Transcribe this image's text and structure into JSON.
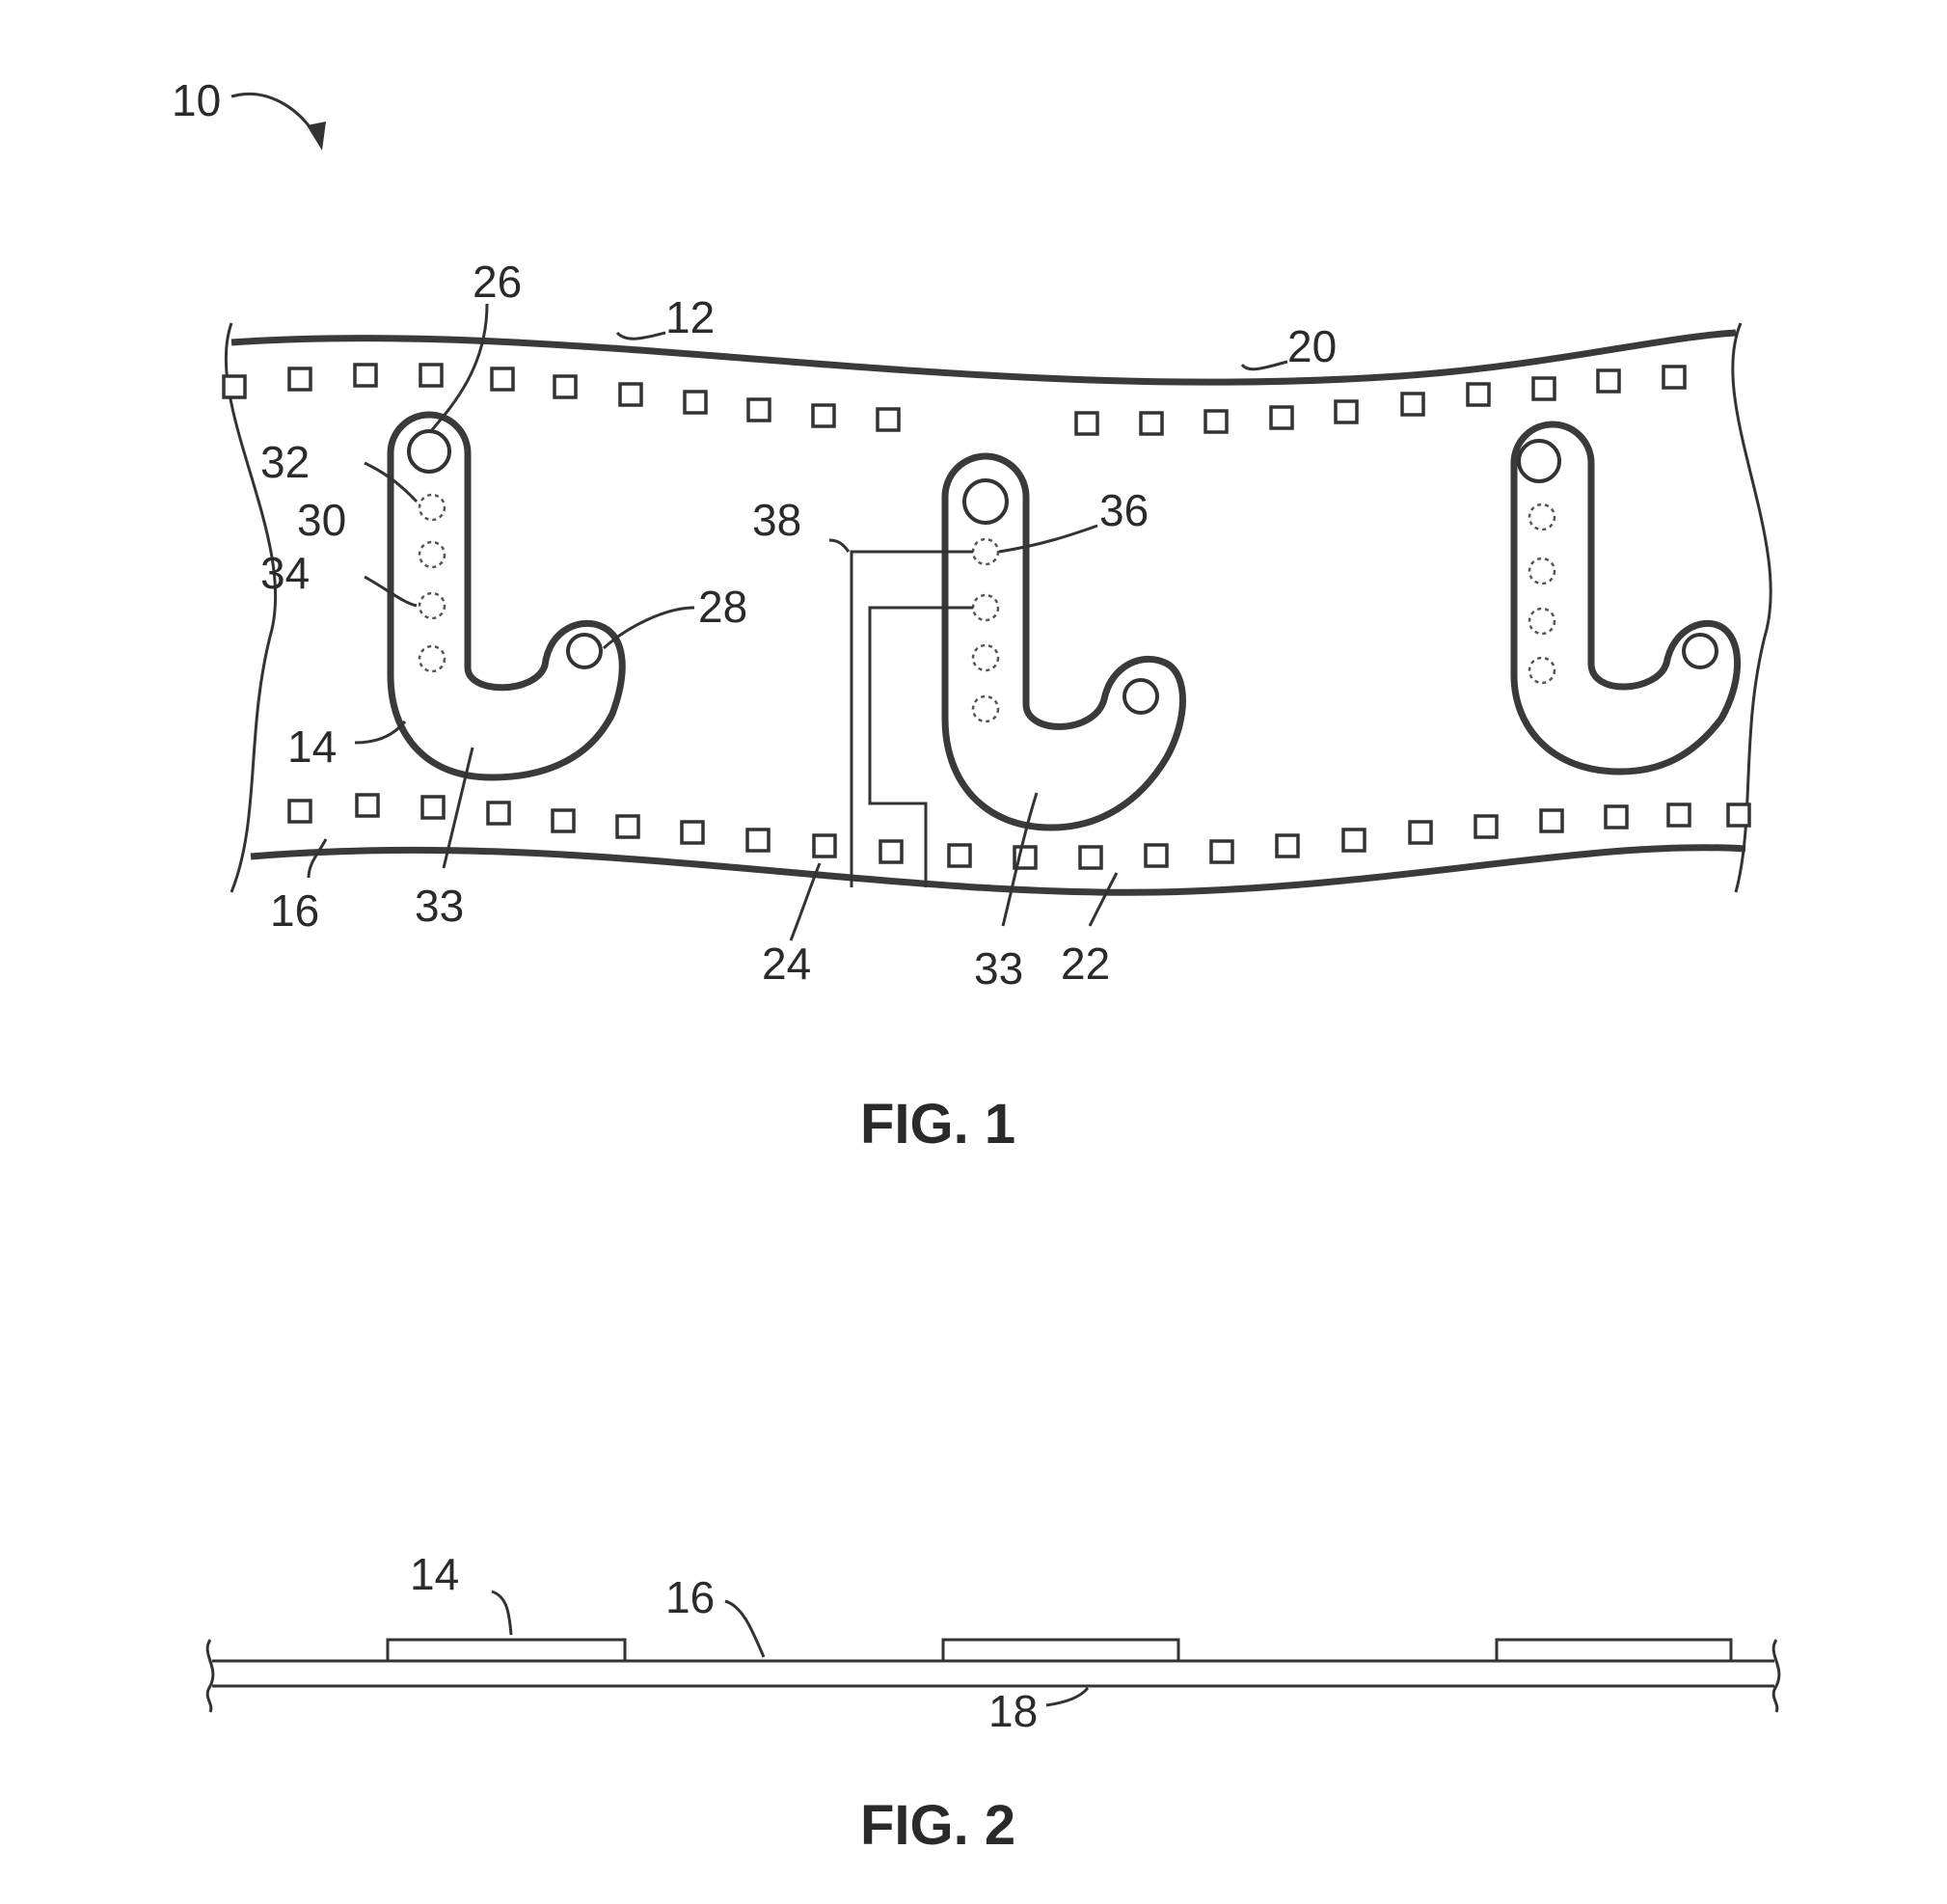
{
  "figure1": {
    "caption": "FIG. 1",
    "refs": {
      "assembly": "10",
      "strip": "12",
      "trace_14": "14",
      "substrate_16": "16",
      "top_edge": "20",
      "bottom_edge": "22",
      "bottom_hole": "24",
      "top_end_hole": "26",
      "hook_hole": "28",
      "stem": "30",
      "dot_upper": "32",
      "foot_left": "33",
      "dot_lower": "34",
      "foot_mid": "33",
      "dot_mid": "36",
      "circuit": "38"
    }
  },
  "figure2": {
    "caption": "FIG. 2",
    "refs": {
      "trace_14": "14",
      "substrate_16": "16",
      "base_18": "18"
    }
  }
}
